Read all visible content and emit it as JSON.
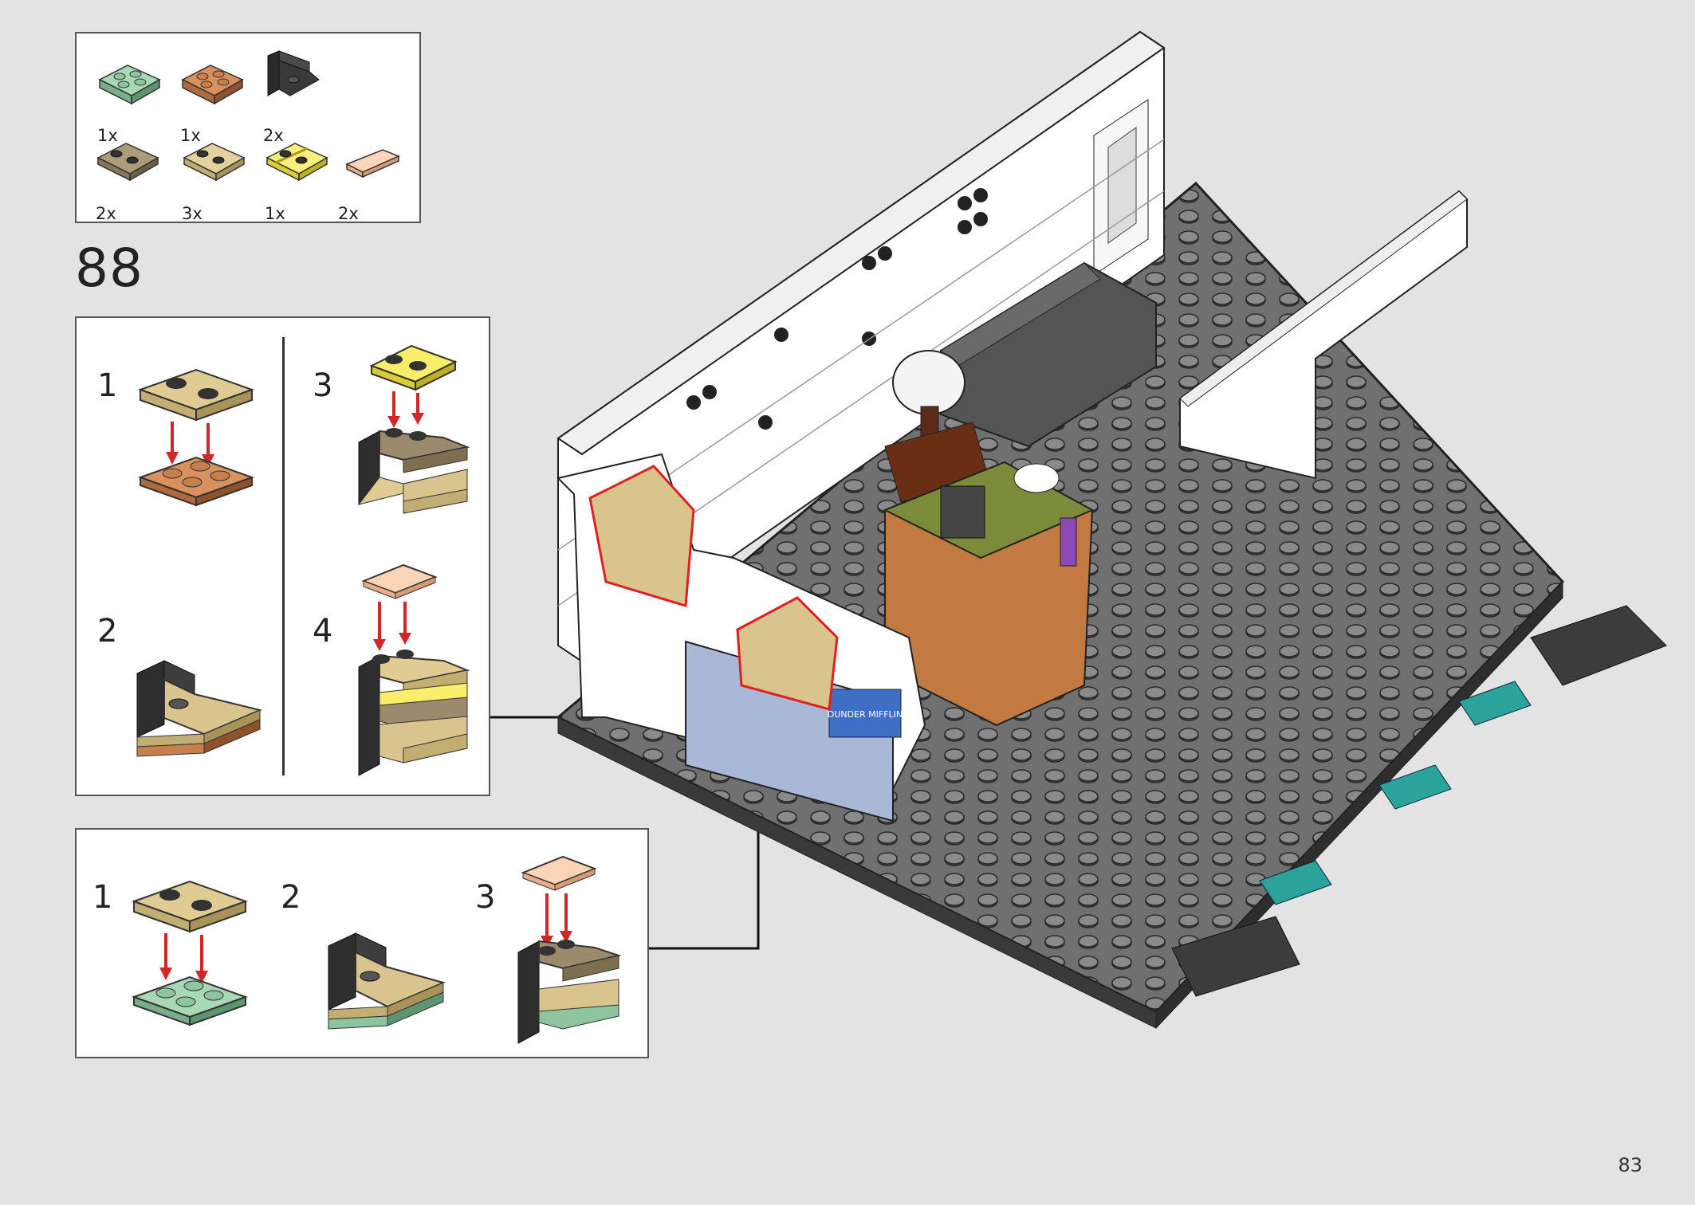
{
  "page": {
    "number": "83"
  },
  "step": {
    "number": "88"
  },
  "parts_list": [
    {
      "id": "plate-2x2-sand-green",
      "qty": "1x",
      "color": "#8fc4a0"
    },
    {
      "id": "plate-2x2-nougat",
      "qty": "1x",
      "color": "#c67f4d"
    },
    {
      "id": "bracket-black",
      "qty": "2x",
      "color": "#3a3a3a"
    },
    {
      "id": "plate-2x2-dark-tan",
      "qty": "2x",
      "color": "#9b8a6b"
    },
    {
      "id": "plate-2x2-tan",
      "qty": "3x",
      "color": "#d9c48e"
    },
    {
      "id": "plate-grille-bright-yellow",
      "qty": "1x",
      "color": "#f3ea5e"
    },
    {
      "id": "tile-light-nougat",
      "qty": "2x",
      "color": "#f8c9a8"
    }
  ],
  "subassembly_a": {
    "steps": [
      {
        "label": "1"
      },
      {
        "label": "2"
      },
      {
        "label": "3"
      },
      {
        "label": "4"
      }
    ]
  },
  "subassembly_b": {
    "steps": [
      {
        "label": "1"
      },
      {
        "label": "2"
      },
      {
        "label": "3"
      }
    ]
  },
  "model": {
    "baseplate_color": "#6a6a6a",
    "wall_color": "#ffffff",
    "accent_color": "#2aa39a",
    "highlight_color": "#e02020",
    "desk_sign": "DUNDER MIFFLIN"
  }
}
